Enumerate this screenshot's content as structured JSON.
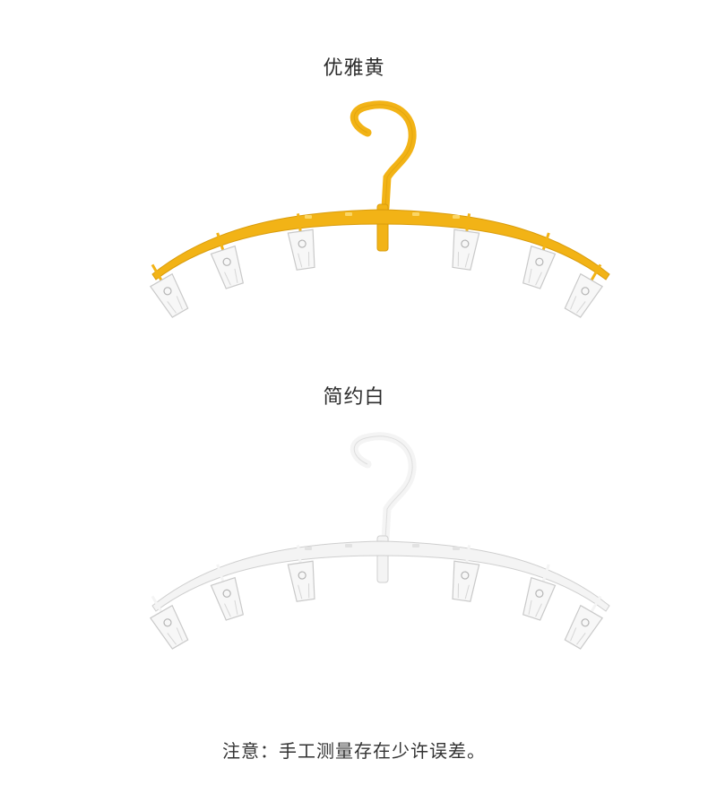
{
  "variants": [
    {
      "label": "优雅黄",
      "color": "#f2b316",
      "edge": "#d99c0c",
      "hole": "#fbd665"
    },
    {
      "label": "简约白",
      "color": "#f4f4f4",
      "edge": "#cfcfcf",
      "hole": "#e2e2e2"
    }
  ],
  "note": "注意：手工测量存在少许误差。"
}
